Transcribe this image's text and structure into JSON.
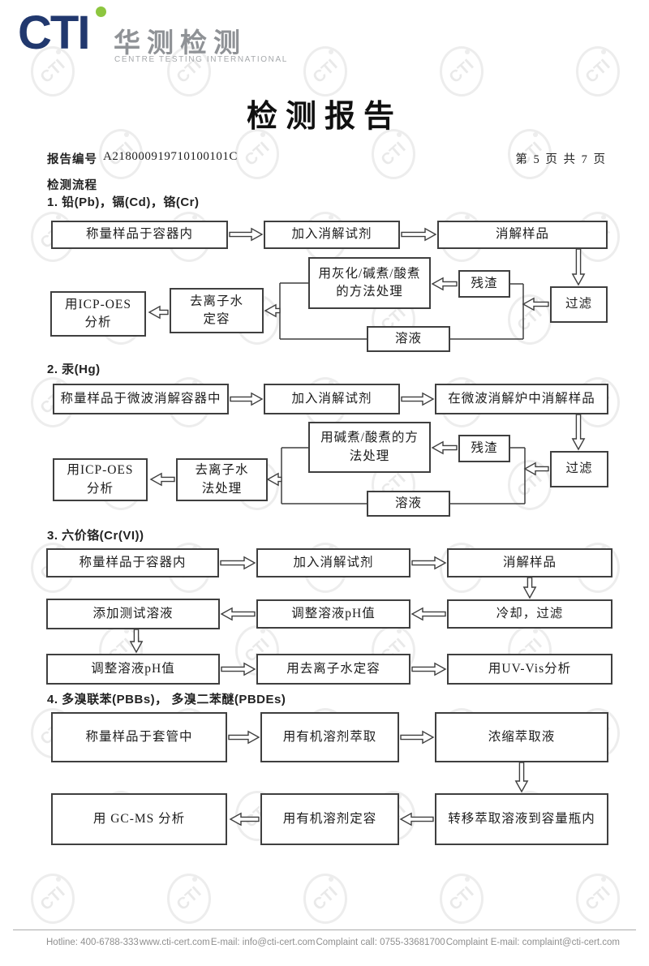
{
  "header": {
    "logo": {
      "cti": "CTI",
      "cn": "华测检测",
      "en": "CENTRE TESTING INTERNATIONAL"
    },
    "title": "检测报告",
    "report_no_label": "报告编号",
    "report_no": "A218000919710100101C",
    "page_info": "第 5 页  共 7 页"
  },
  "process_title": "检测流程",
  "sections": [
    {
      "heading": "1.  铅(Pb)，镉(Cd)，铬(Cr)",
      "boxes": {
        "weigh": "称量样品于容器内",
        "add": "加入消解试剂",
        "digest": "消解样品",
        "filter": "过滤",
        "residue": "残渣",
        "treat": "用灰化/碱煮/酸煮\n的方法处理",
        "solution": "溶液",
        "dilute": "去离子水\n定容",
        "analyze": "用ICP-OES\n分析"
      }
    },
    {
      "heading": "2.  汞(Hg)",
      "boxes": {
        "weigh": "称量样品于微波消解容器中",
        "add": "加入消解试剂",
        "digest": "在微波消解炉中消解样品",
        "filter": "过滤",
        "residue": "残渣",
        "treat": "用碱煮/酸煮的方\n法处理",
        "solution": "溶液",
        "dilute": "去离子水\n法处理",
        "analyze": "用ICP-OES\n分析"
      }
    },
    {
      "heading": "3.  六价铬(Cr(VI))",
      "boxes": {
        "weigh": "称量样品于容器内",
        "add": "加入消解试剂",
        "digest": "消解样品",
        "cool": "冷却，过滤",
        "adjust1": "调整溶液pH值",
        "add_test": "添加测试溶液",
        "adjust2": "调整溶液pH值",
        "dilute": "用去离子水定容",
        "analyze": "用UV-Vis分析"
      }
    },
    {
      "heading": "4.  多溴联苯(PBBs)， 多溴二苯醚(PBDEs)",
      "boxes": {
        "weigh": "称量样品于套管中",
        "extract": "用有机溶剂萃取",
        "concentrate": "浓缩萃取液",
        "transfer": "转移萃取溶液到容量瓶内",
        "fix": "用有机溶剂定容",
        "analyze": "用 GC-MS 分析"
      }
    }
  ],
  "footer": {
    "items": [
      "Hotline: 400-6788-333",
      "www.cti-cert.com",
      "E-mail: info@cti-cert.com",
      "Complaint call: 0755-33681700",
      "Complaint E-mail: complaint@cti-cert.com"
    ]
  },
  "watermark": {
    "text": "CTI"
  },
  "colors": {
    "navy": "#21386e",
    "green": "#8dc63f",
    "logo_gray": "#8f9296",
    "watermark": "#ededed",
    "watermark_text": "#e9e9e9"
  }
}
